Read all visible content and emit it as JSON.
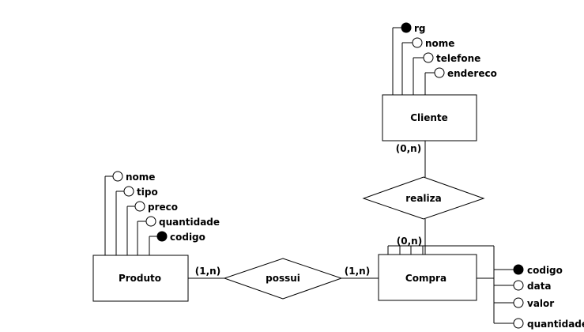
{
  "entities": {
    "cliente": {
      "name": "Cliente"
    },
    "produto": {
      "name": "Produto"
    },
    "compra": {
      "name": "Compra"
    }
  },
  "relationships": {
    "realiza": {
      "name": "realiza"
    },
    "possui": {
      "name": "possui"
    }
  },
  "attributes": {
    "cliente": [
      {
        "name": "rg",
        "key": true
      },
      {
        "name": "nome",
        "key": false
      },
      {
        "name": "telefone",
        "key": false
      },
      {
        "name": "endereco",
        "key": false
      }
    ],
    "produto": [
      {
        "name": "nome",
        "key": false
      },
      {
        "name": "tipo",
        "key": false
      },
      {
        "name": "preco",
        "key": false
      },
      {
        "name": "quantidade",
        "key": false
      },
      {
        "name": "codigo",
        "key": true
      }
    ],
    "compra": [
      {
        "name": "codigo",
        "key": true
      },
      {
        "name": "data",
        "key": false
      },
      {
        "name": "valor",
        "key": false
      },
      {
        "name": "quantidade",
        "key": false
      }
    ]
  },
  "cardinalities": {
    "cliente_realiza": "(0,n)",
    "compra_realiza": "(0,n)",
    "produto_possui": "(1,n)",
    "compra_possui": "(1,n)"
  },
  "colors": {
    "line": "#000000",
    "background": "#ffffff",
    "key_fill": "#000000"
  }
}
